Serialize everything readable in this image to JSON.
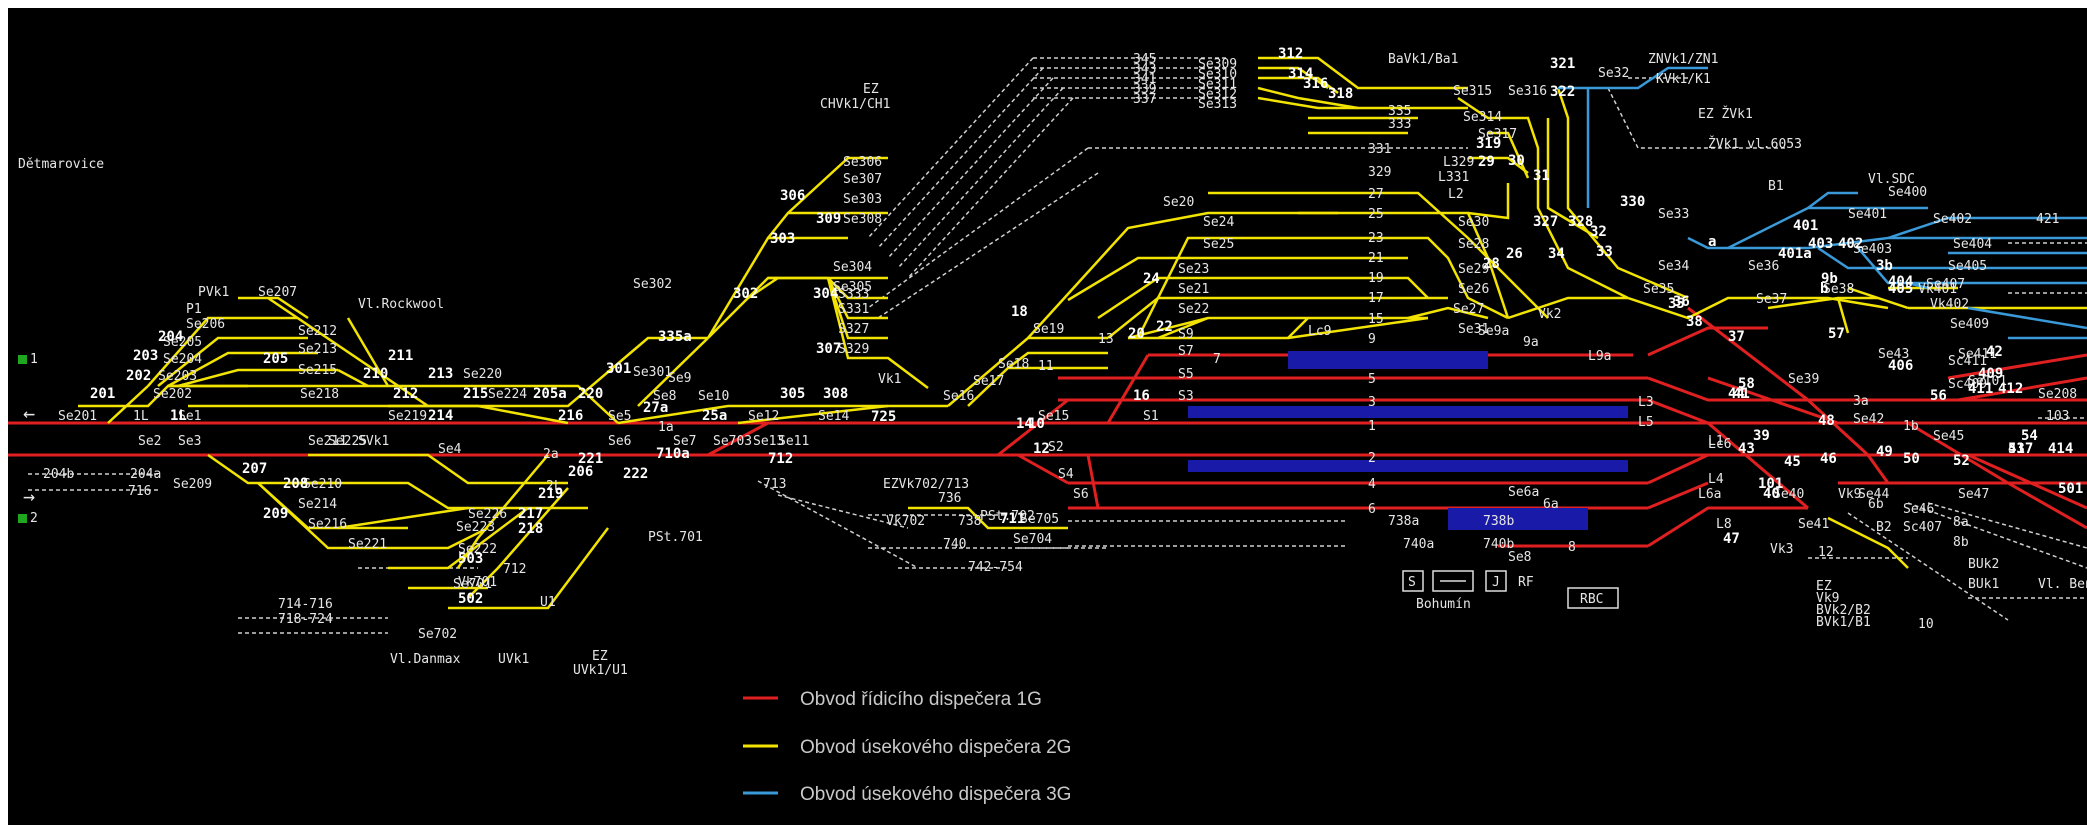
{
  "colors": {
    "circuit_1g": "#e02020",
    "circuit_2g": "#f2e400",
    "circuit_3g": "#3a9ad9",
    "occupied_track": "#1a1aa8",
    "background": "#000000"
  },
  "station_left": "Dětmarovice",
  "station_right": "Bohumín",
  "left_tracks": {
    "track1": "1",
    "track2": "2"
  },
  "track_labels": {
    "main1": "1",
    "main2": "2",
    "t3": "3",
    "t4": "4",
    "t5": "5",
    "t6": "6",
    "t7": "7",
    "t8": "8",
    "t9": "9",
    "t11": "11",
    "t13": "13",
    "t15": "15",
    "t17": "17",
    "t19": "19",
    "t21": "21",
    "t23": "23",
    "t25": "25",
    "t27": "27",
    "t329": "329",
    "t331": "331",
    "t333": "333",
    "t335": "335",
    "t337": "337",
    "t339": "339",
    "t341": "341",
    "t343": "343",
    "t345": "345",
    "t1a": "1a",
    "t2a": "2a",
    "t6a": "6a",
    "t3a": "3a",
    "t1b": "1b",
    "t6b": "6b",
    "t9a": "9a"
  },
  "signals": [
    "Se201",
    "1L",
    "Se1",
    "Se202",
    "Se203",
    "Se204",
    "Se205",
    "Se206",
    "Se207",
    "P1",
    "PVk1",
    "Se212",
    "Se213",
    "Se215",
    "Se218",
    "Se219",
    "Se220",
    "Se224",
    "Se225",
    "Se4",
    "Se5",
    "Se6",
    "Se7",
    "Se8",
    "Se9",
    "Se10",
    "Se12",
    "Se13",
    "Se14",
    "Se11",
    "Se301",
    "Se302",
    "Se303",
    "Se304",
    "Se305",
    "Se306",
    "Se307",
    "Se308",
    "S327",
    "S329",
    "S331",
    "S333",
    "Vk1",
    "Se16",
    "Se17",
    "Se18",
    "Se19",
    "Se15",
    "S1",
    "S2",
    "S3",
    "S4",
    "S5",
    "S6",
    "S7",
    "S9",
    "Se20",
    "Se21",
    "Se22",
    "Se23",
    "Se24",
    "Se25",
    "Se26",
    "Se27",
    "Se28",
    "Se29",
    "Se30",
    "Se31",
    "Se33",
    "Se34",
    "Se35",
    "Se36",
    "Se37",
    "Se38",
    "Se39",
    "Se40",
    "Se41",
    "Se42",
    "Se43",
    "Se44",
    "Se45",
    "Se46",
    "Se47",
    "Se309",
    "Se310",
    "Se311",
    "Se312",
    "Se313",
    "Se314",
    "Se315",
    "Se316",
    "Se317",
    "Se32",
    "L2",
    "L329",
    "L331",
    "Lc9",
    "Se9a",
    "L9a",
    "L5",
    "L3",
    "L1",
    "L4",
    "L6a",
    "L8",
    "Lc6",
    "Se6a",
    "Se8",
    "Se703",
    "Se704",
    "Se705",
    "Se701",
    "Se702",
    "Vk701",
    "Vk702",
    "Vk2",
    "Vk3",
    "Vk9",
    "Vk401",
    "Vk402",
    "Se400",
    "Se401",
    "Se402",
    "Se403",
    "Se404",
    "Se405",
    "Se407",
    "Se409",
    "Se411",
    "Se101",
    "Se208",
    "Se209",
    "Se210",
    "Se211",
    "Se214",
    "Se216",
    "Se221",
    "Se222",
    "Se223",
    "Se226",
    "2L",
    "Se2",
    "Se3",
    "SVk1",
    "B1",
    "B2",
    "Sc407",
    "Sc409",
    "Sc411"
  ],
  "route_numbers": [
    "201",
    "202",
    "203",
    "204",
    "205",
    "206",
    "207",
    "208",
    "209",
    "210",
    "211",
    "212",
    "213",
    "214",
    "215",
    "216",
    "217",
    "218",
    "219",
    "220",
    "221",
    "222",
    "301",
    "302",
    "303",
    "304",
    "305",
    "306",
    "307",
    "308",
    "309",
    "312",
    "314",
    "316",
    "318",
    "319",
    "321",
    "322",
    "327",
    "328",
    "330",
    "401",
    "401a",
    "402",
    "403",
    "404",
    "405",
    "406",
    "409",
    "411",
    "412",
    "414",
    "417",
    "501",
    "502",
    "503",
    "710a",
    "711",
    "712",
    "725",
    "10",
    "12",
    "14",
    "16",
    "18",
    "20",
    "22",
    "24",
    "26",
    "28",
    "29",
    "30",
    "31",
    "32",
    "33",
    "34",
    "35",
    "36",
    "37",
    "38",
    "39",
    "40",
    "41",
    "42",
    "43",
    "44",
    "45",
    "46",
    "47",
    "48",
    "49",
    "50",
    "52",
    "53",
    "54",
    "56",
    "57",
    "58",
    "101",
    "b",
    "a",
    "3b",
    "9b",
    "25a",
    "27a",
    "335a",
    "205a",
    "1L"
  ],
  "dashed_routes": [
    "204b",
    "204a",
    "716",
    "712",
    "714-716",
    "718-724",
    "713",
    "736",
    "738",
    "738a",
    "738b",
    "740",
    "740a",
    "740b",
    "742-754",
    "8a",
    "8b",
    "10",
    "12",
    "421",
    "103"
  ],
  "places": {
    "vl_rockwool": "Vl.Rockwool",
    "vl_danmax": "Vl.Danmax",
    "uvk1": "UVk1",
    "ez_uvk1": "EZ",
    "uvk1_u1": "UVk1/U1",
    "u1": "U1",
    "pst701": "PSt.701",
    "pst702": "PSt.702",
    "ezvk702": "EZVk702/713",
    "ez_ch": "EZ",
    "chvk1": "CHVk1/CH1",
    "bavk1": "BaVk1/Ba1",
    "znvk1": "ZNVk1/ZN1",
    "kvk1": "KVk1/K1",
    "ez_zvk1": "EZ ŽVk1",
    "zvk1_vl": "ŽVk1 vl.6053",
    "vl_sdc": "Vl.SDC",
    "buvk2": "BUk2",
    "buvk1": "BUk1",
    "vl_benz": "Vl. Benz.",
    "ez_vk9": "EZ",
    "vk9": "Vk9",
    "buvk2_b2": "BVk2/B2",
    "buvk1_b1": "BVk1/B1",
    "rf": "RF",
    "rbc": "RBC"
  },
  "symbols": {
    "s": "S",
    "j": "J"
  },
  "arrows": {
    "left": "←",
    "right": "→"
  },
  "legend": [
    {
      "label": "Obvod řídicího dispečera 1G",
      "color": "#e02020"
    },
    {
      "label": "Obvod úsekového dispečera 2G",
      "color": "#f2e400"
    },
    {
      "label": "Obvod úsekového dispečera 3G",
      "color": "#3a9ad9"
    }
  ]
}
